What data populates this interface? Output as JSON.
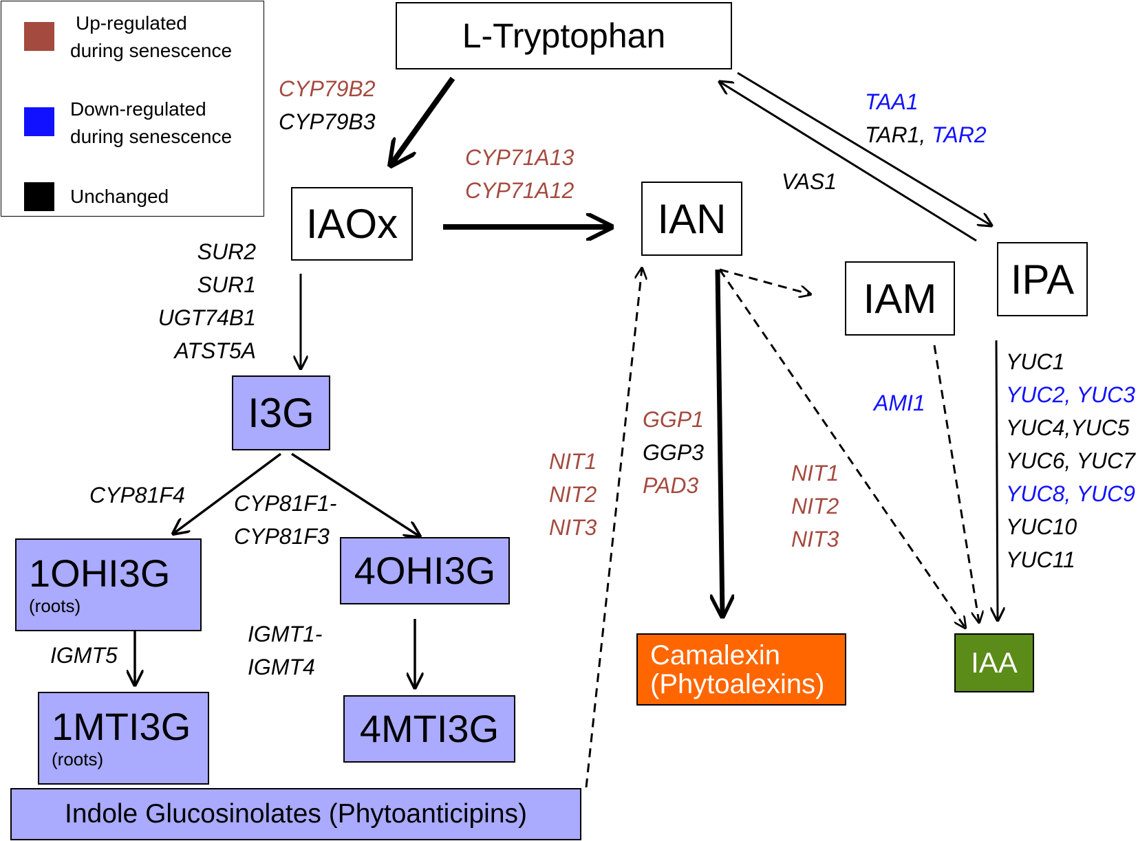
{
  "legend": {
    "up_text": [
      "Up-regulated",
      "during senescence"
    ],
    "down_text": [
      "Down-regulated",
      "during senescence"
    ],
    "unchanged_text": "Unchanged",
    "up_color": "#a44a3f",
    "down_color": "#1111ff",
    "unchanged_color": "#000000"
  },
  "nodes": {
    "trp": "L-Tryptophan",
    "iaox": "IAOx",
    "ian": "IAN",
    "iam": "IAM",
    "ipa": "IPA",
    "i3g": "I3G",
    "ohi3g1": "1OHI3G",
    "ohi3g1_sub": "(roots)",
    "ohi3g4": "4OHI3G",
    "mti3g1": "1MTI3G",
    "mti3g1_sub": "(roots)",
    "mti3g4": "4MTI3G",
    "ig": "Indole Glucosinolates (Phytoanticipins)",
    "camalexin": [
      "Camalexin",
      "(Phytoalexins)"
    ],
    "iaa": "IAA"
  },
  "node_colors": {
    "glucosinolate": "#aaaaff",
    "camalexin": "#ff6600",
    "iaa": "#5b8c19"
  },
  "genes": {
    "cyp79": [
      {
        "t": "CYP79B2",
        "s": "up"
      },
      {
        "t": "CYP79B3",
        "s": "un"
      }
    ],
    "cyp71": [
      {
        "t": "CYP71A13",
        "s": "up"
      },
      {
        "t": "CYP71A12",
        "s": "up"
      }
    ],
    "taa": [
      [
        {
          "t": "TAA1",
          "s": "down"
        }
      ],
      [
        {
          "t": "TAR1, ",
          "s": "un"
        },
        {
          "t": "TAR2",
          "s": "down"
        }
      ]
    ],
    "vas": [
      {
        "t": "VAS1",
        "s": "un"
      }
    ],
    "sur": [
      {
        "t": "SUR2",
        "s": "un"
      },
      {
        "t": "SUR1",
        "s": "un"
      },
      {
        "t": "UGT74B1",
        "s": "un"
      },
      {
        "t": "ATST5A",
        "s": "un"
      }
    ],
    "cyp81f4": [
      {
        "t": "CYP81F4",
        "s": "un"
      }
    ],
    "cyp81f13": [
      {
        "t": "CYP81F1-",
        "s": "un"
      },
      {
        "t": "CYP81F3",
        "s": "un"
      }
    ],
    "igmt5": [
      {
        "t": "IGMT5",
        "s": "un"
      }
    ],
    "igmt14": [
      {
        "t": "IGMT1-",
        "s": "un"
      },
      {
        "t": "IGMT4",
        "s": "un"
      }
    ],
    "nit_left": [
      {
        "t": "NIT1",
        "s": "up"
      },
      {
        "t": "NIT2",
        "s": "up"
      },
      {
        "t": "NIT3",
        "s": "up"
      }
    ],
    "ggp": [
      {
        "t": "GGP1",
        "s": "up"
      },
      {
        "t": "GGP3",
        "s": "un"
      },
      {
        "t": "PAD3",
        "s": "up"
      }
    ],
    "nit_right": [
      {
        "t": "NIT1",
        "s": "up"
      },
      {
        "t": "NIT2",
        "s": "up"
      },
      {
        "t": "NIT3",
        "s": "up"
      }
    ],
    "ami": [
      {
        "t": "AMI1",
        "s": "down"
      }
    ],
    "yuc": [
      [
        {
          "t": "YUC1",
          "s": "un"
        }
      ],
      [
        {
          "t": "YUC2, YUC3",
          "s": "down"
        }
      ],
      [
        {
          "t": "YUC4,YUC5",
          "s": "un"
        }
      ],
      [
        {
          "t": "YUC6, YUC7",
          "s": "un"
        }
      ],
      [
        {
          "t": "YUC8, YUC9",
          "s": "down"
        }
      ],
      [
        {
          "t": "YUC10",
          "s": "un"
        }
      ],
      [
        {
          "t": "YUC11",
          "s": "un"
        }
      ]
    ]
  },
  "edges": [
    {
      "from": "trp",
      "to": "iaox",
      "style": "solid",
      "weight": "heavy"
    },
    {
      "from": "iaox",
      "to": "ian",
      "style": "solid",
      "weight": "heavy"
    },
    {
      "from": "trp",
      "to": "ipa",
      "style": "solid",
      "weight": "double"
    },
    {
      "from": "iaox",
      "to": "i3g",
      "style": "solid",
      "weight": "normal"
    },
    {
      "from": "i3g",
      "to": "ohi3g1",
      "style": "solid",
      "weight": "normal"
    },
    {
      "from": "i3g",
      "to": "ohi3g4",
      "style": "solid",
      "weight": "normal"
    },
    {
      "from": "ohi3g1",
      "to": "mti3g1",
      "style": "solid",
      "weight": "normal"
    },
    {
      "from": "ohi3g4",
      "to": "mti3g4",
      "style": "solid",
      "weight": "normal"
    },
    {
      "from": "ig",
      "to": "ian",
      "style": "dashed",
      "weight": "normal"
    },
    {
      "from": "ian",
      "to": "camalexin",
      "style": "solid",
      "weight": "heavy"
    },
    {
      "from": "ian",
      "to": "iam",
      "style": "dashed",
      "weight": "normal"
    },
    {
      "from": "ian",
      "to": "iaa",
      "style": "dashed",
      "weight": "normal"
    },
    {
      "from": "iam",
      "to": "iaa",
      "style": "dashed",
      "weight": "normal"
    },
    {
      "from": "ipa",
      "to": "iaa",
      "style": "solid",
      "weight": "normal"
    }
  ]
}
